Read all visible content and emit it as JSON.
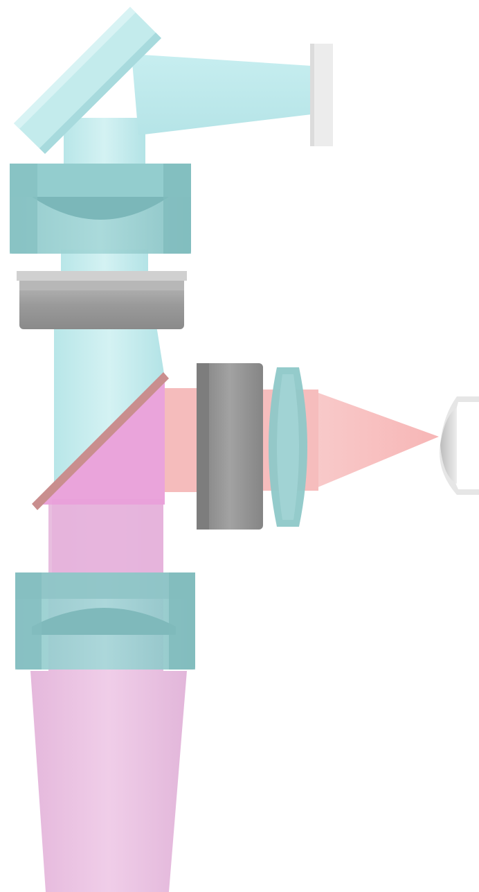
{
  "colors": {
    "background": "#ffffff",
    "cyan_beam": "#c4ecee",
    "cyan_glass": "#a9dfe2",
    "teal_lens": "#8ec8c8",
    "teal_lens_dark": "#6fb3b5",
    "red_beam": "#f7c0c0",
    "magenta_beam": "#e6b4dc",
    "magenta_mixed": "#ea8fd6",
    "mount_gray": "#8e8e8e",
    "mount_gray_light": "#c8c8c8",
    "dichroic": "#c48c8c",
    "screen": "#ececec"
  },
  "components": [
    {
      "name": "fold-mirror",
      "kind": "mirror"
    },
    {
      "name": "screen",
      "kind": "detector"
    },
    {
      "name": "upper-lens",
      "kind": "lens"
    },
    {
      "name": "upper-gray-mount",
      "kind": "mount"
    },
    {
      "name": "dichroic-mirror",
      "kind": "beamsplitter"
    },
    {
      "name": "side-gray-mount",
      "kind": "mount"
    },
    {
      "name": "side-lens",
      "kind": "lens"
    },
    {
      "name": "light-source",
      "kind": "led"
    },
    {
      "name": "lower-lens",
      "kind": "lens"
    }
  ]
}
